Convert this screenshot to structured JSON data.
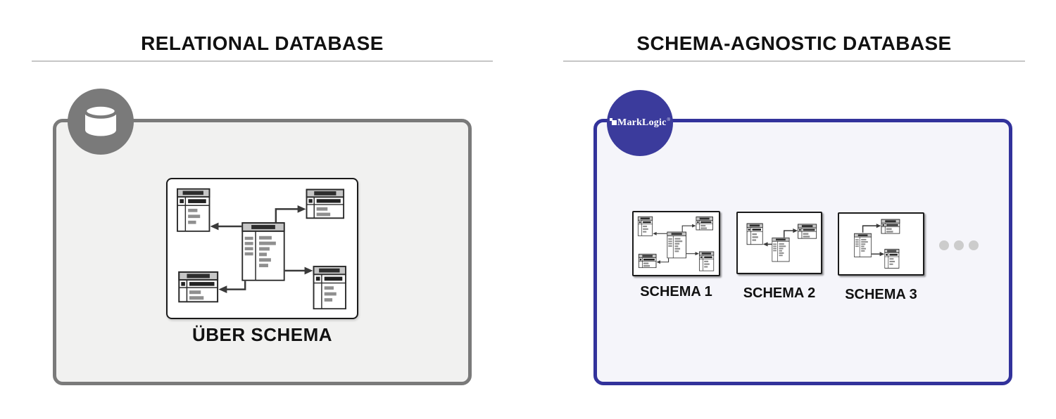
{
  "page": {
    "background": "#ffffff"
  },
  "left": {
    "title": "RELATIONAL DATABASE",
    "uber_label": "ÜBER SCHEMA",
    "colors": {
      "panel_border": "#7a7a7a",
      "panel_fill": "#f1f1f0",
      "badge": "#7a7a7a"
    }
  },
  "right": {
    "title": "SCHEMA-AGNOSTIC DATABASE",
    "logo_text": "MarkLogic",
    "logo_reg": "®",
    "schema_labels": [
      "SCHEMA 1",
      "SCHEMA 2",
      "SCHEMA 3"
    ],
    "colors": {
      "panel_border": "#32329b",
      "panel_fill": "#f5f5fa",
      "badge": "#3b3b9c",
      "dots": "#cccccc"
    }
  }
}
